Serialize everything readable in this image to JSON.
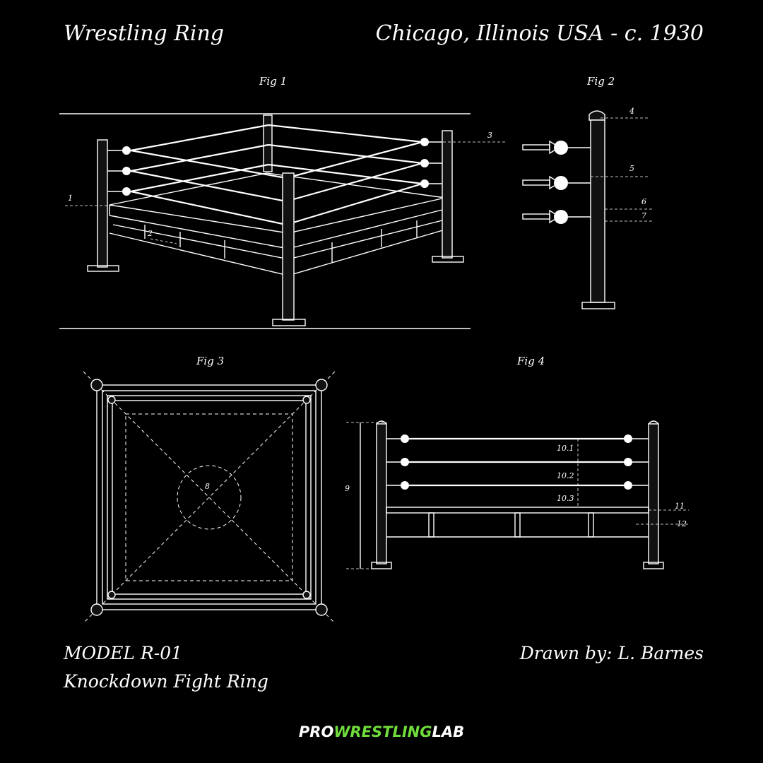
{
  "header": {
    "title": "Wrestling Ring",
    "location": "Chicago, Illinois USA - c. 1930"
  },
  "figures": {
    "fig1": "Fig 1",
    "fig2": "Fig 2",
    "fig3": "Fig 3",
    "fig4": "Fig 4"
  },
  "callouts": {
    "c1": "1",
    "c2": "2",
    "c3": "3",
    "c4": "4",
    "c5": "5",
    "c6": "6",
    "c7": "7",
    "c8": "8",
    "c9": "9",
    "c10_1": "10.1",
    "c10_2": "10.2",
    "c10_3": "10.3",
    "c11": "11",
    "c12": "12"
  },
  "footer": {
    "model": "MODEL R-01",
    "subtitle": "Knockdown Fight Ring",
    "drawn_by": "Drawn by: L. Barnes"
  },
  "logo": {
    "part1": "PRO",
    "part2": "WRESTLING",
    "part3": "LAB"
  },
  "colors": {
    "background": "#000000",
    "line": "#ffffff",
    "accent": "#6fdc3c"
  }
}
